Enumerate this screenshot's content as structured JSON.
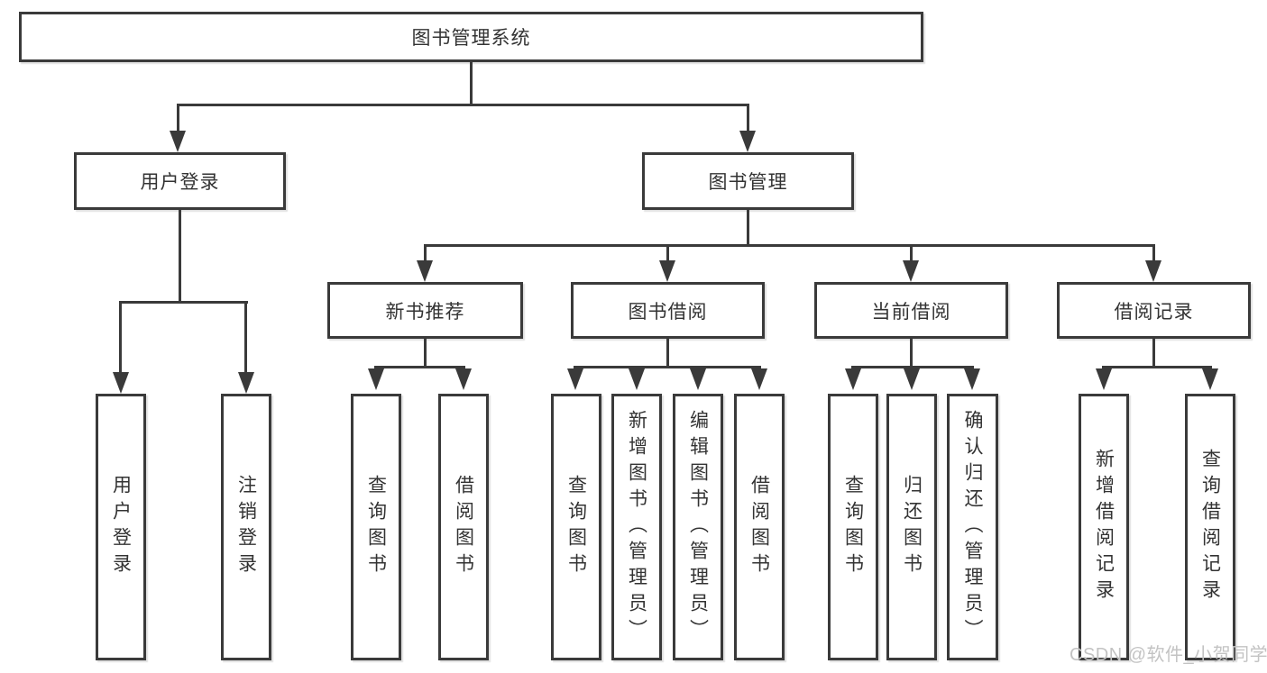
{
  "diagram": {
    "title_node": {
      "label": "图书管理系统"
    },
    "level2": [
      {
        "label": "用户登录"
      },
      {
        "label": "图书管理"
      }
    ],
    "level3": [
      {
        "label": "新书推荐"
      },
      {
        "label": "图书借阅"
      },
      {
        "label": "当前借阅"
      },
      {
        "label": "借阅记录"
      }
    ],
    "leaves": {
      "user_login": [
        "用户登录",
        "注销登录"
      ],
      "new_books": [
        "查询图书",
        "借阅图书"
      ],
      "book_borrow": [
        "查询图书",
        "新增图书（管理员）",
        "编辑图书（管理员）",
        "借阅图书"
      ],
      "current_borrow": [
        "查询图书",
        "归还图书",
        "确认归还（管理员）"
      ],
      "borrow_records": [
        "新增借阅记录",
        "查询借阅记录"
      ]
    },
    "colors": {
      "line": "#3a3a3a",
      "text": "#333333",
      "background": "#ffffff",
      "watermark": "#c3c3c3"
    },
    "watermark": "CSDN @软件_小贺同学"
  }
}
